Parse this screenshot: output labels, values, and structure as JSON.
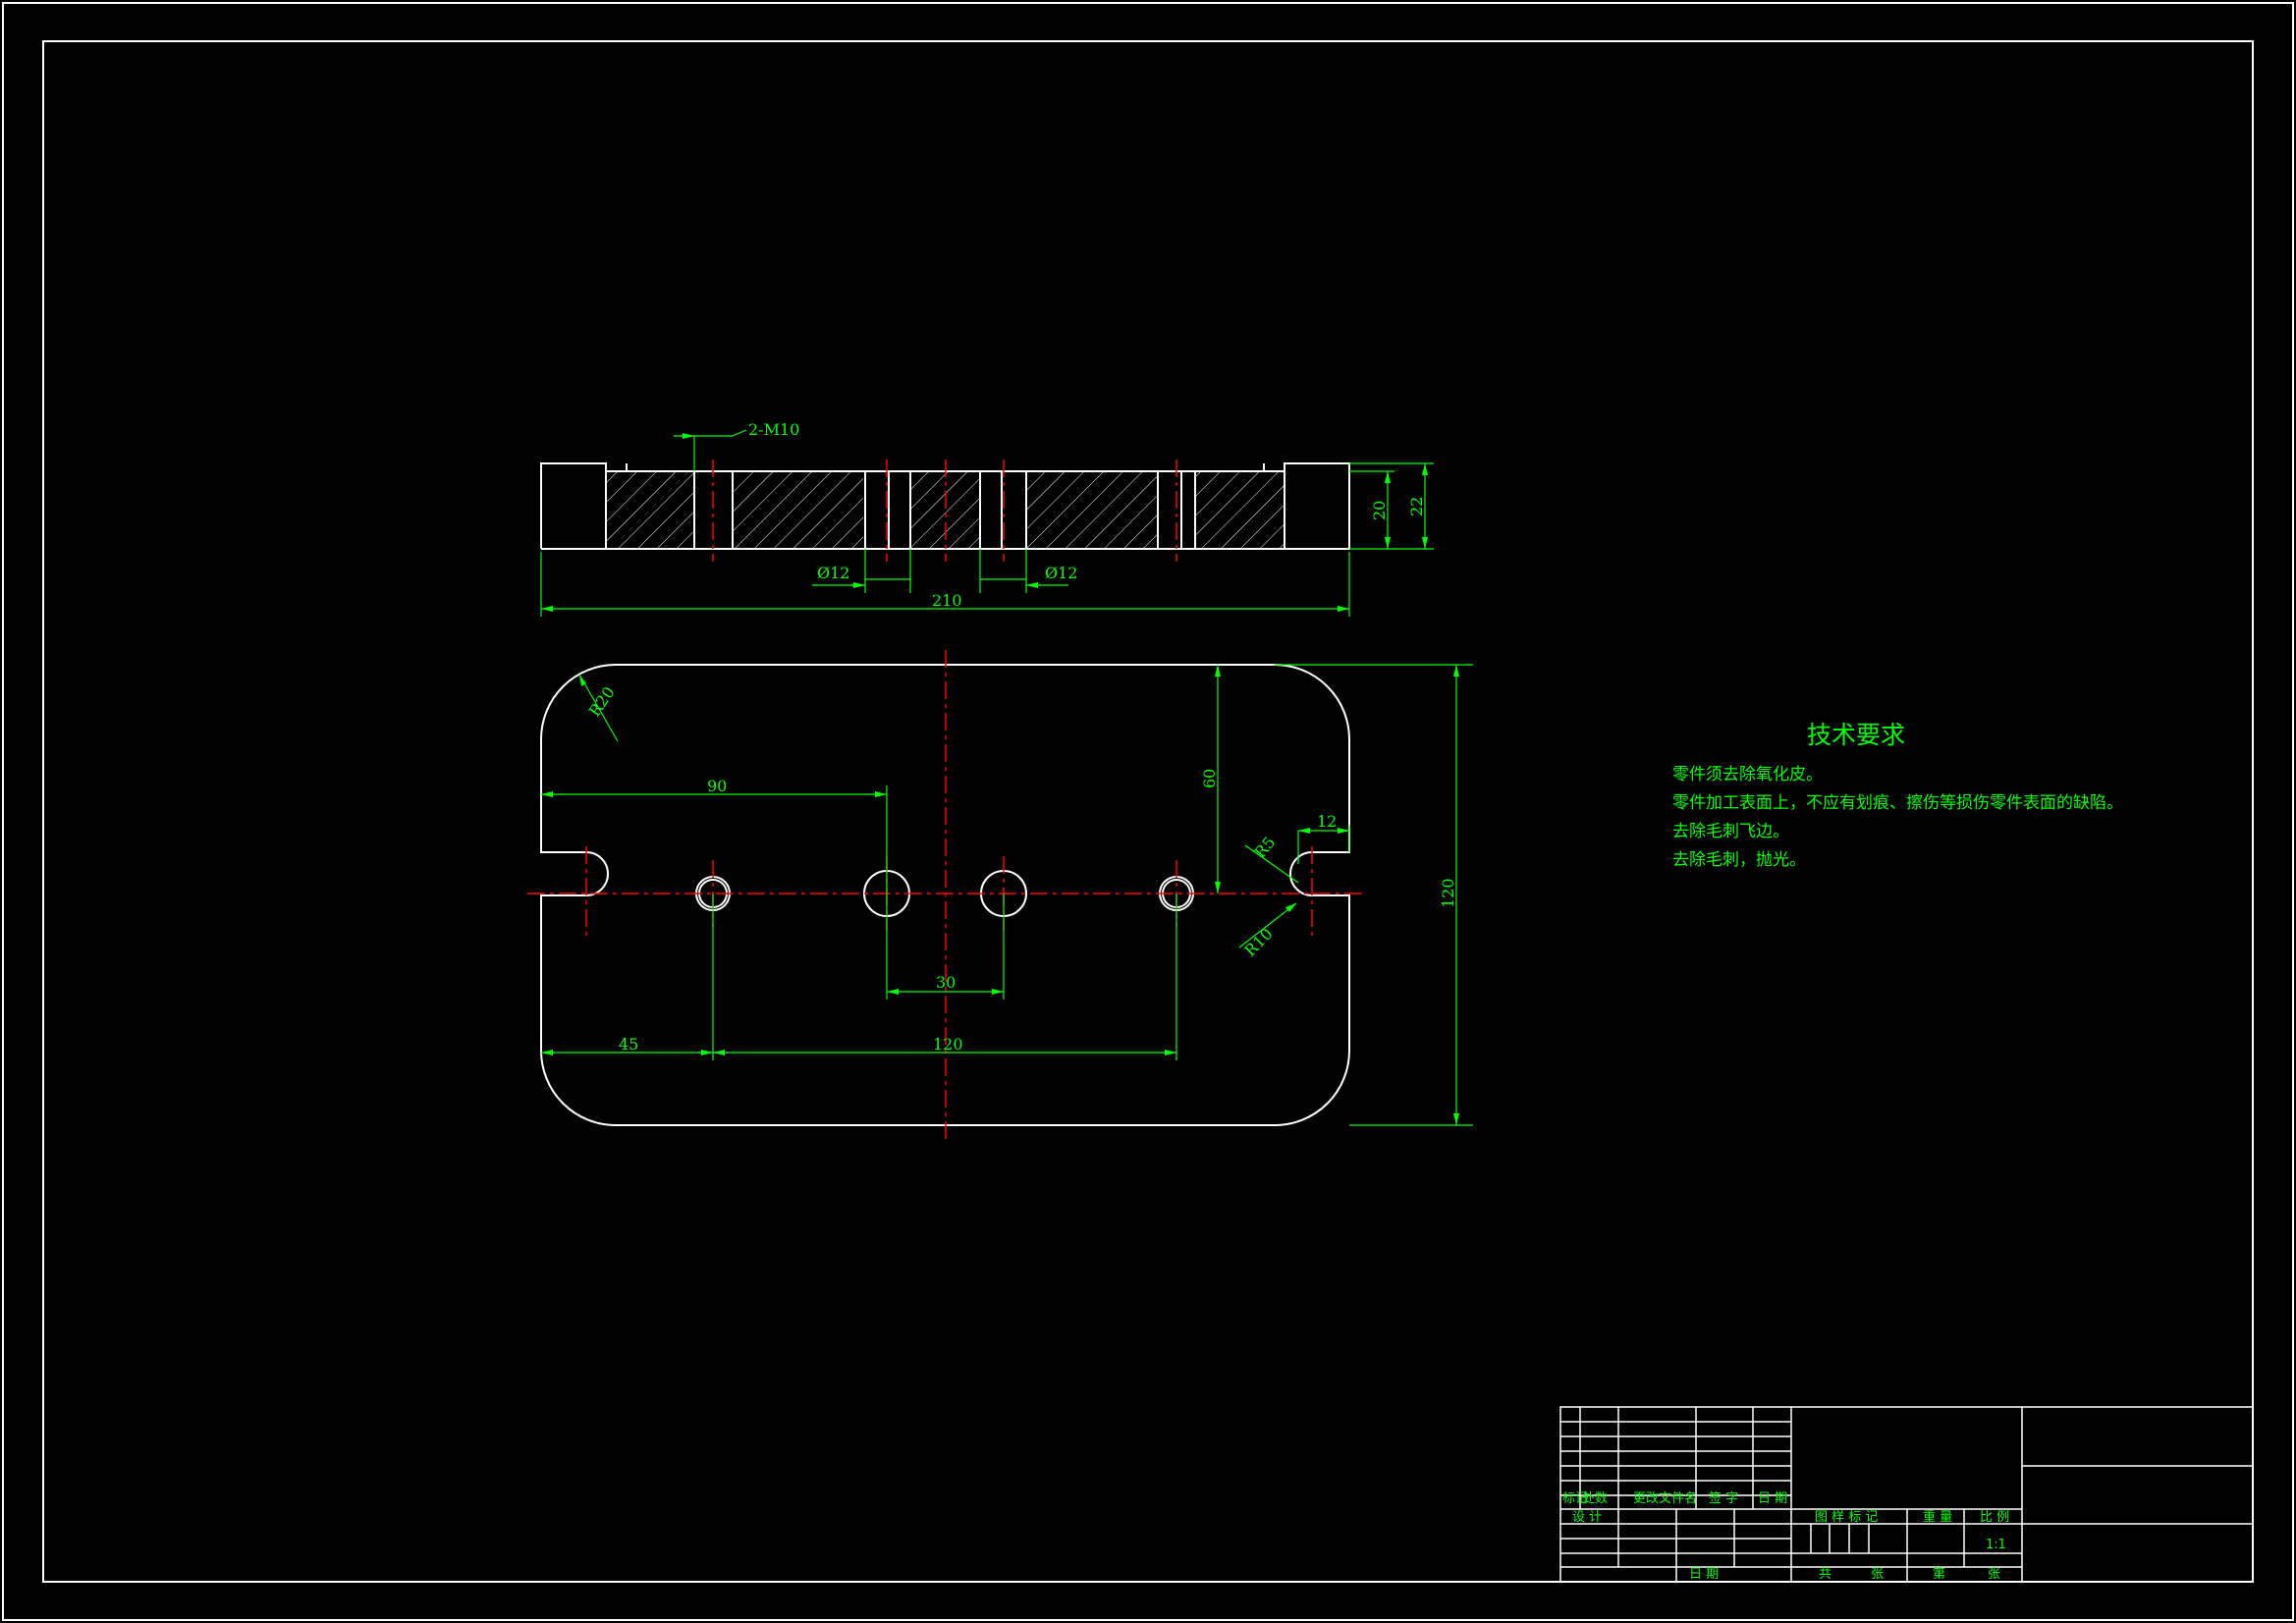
{
  "dimensions": {
    "thread": "2-M10",
    "dia_left": "Ø12",
    "dia_right": "Ø12",
    "length_top": "210",
    "height_inner": "20",
    "height_outer": "22",
    "radius_corner": "R20",
    "span_90": "90",
    "span_60": "60",
    "span_12": "12",
    "radius_r5": "R5",
    "radius_r10": "R10",
    "span_30": "30",
    "span_45": "45",
    "span_120_h": "120",
    "span_120_v": "120"
  },
  "tech_requirements": {
    "title": "技术要求",
    "items": [
      "零件须去除氧化皮。",
      "零件加工表面上，不应有划痕、擦伤等损伤零件表面的缺陷。",
      "去除毛刺飞边。",
      "去除毛刺，抛光。"
    ]
  },
  "title_block": {
    "mark": "标记",
    "zones": "处数",
    "change_doc": "更改文件名",
    "signature": "签 字",
    "date": "日 期",
    "design": "设 计",
    "date2": "日 期",
    "stage_mark": "图 样 标 记",
    "weight": "重 量",
    "scale_label": "比 例",
    "scale_value": "1:1",
    "total": "共",
    "sheets": "张",
    "sheet_no": "第",
    "sheet_unit": "张"
  },
  "colors": {
    "background": "#000000",
    "outline": "#ffffff",
    "dimension": "#00ff00",
    "centerline": "#ff0000"
  }
}
